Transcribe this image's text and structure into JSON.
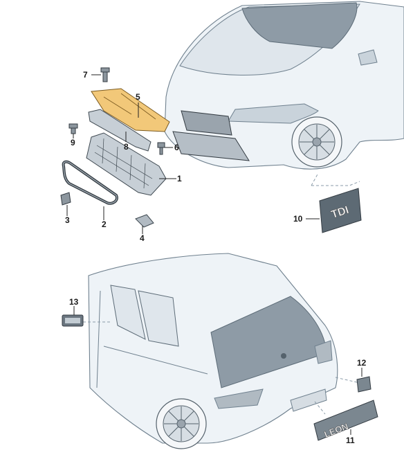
{
  "diagram": {
    "callouts": [
      {
        "id": "c1",
        "label": "1"
      },
      {
        "id": "c2",
        "label": "2"
      },
      {
        "id": "c3",
        "label": "3"
      },
      {
        "id": "c4",
        "label": "4"
      },
      {
        "id": "c5",
        "label": "5"
      },
      {
        "id": "c6",
        "label": "6"
      },
      {
        "id": "c7",
        "label": "7"
      },
      {
        "id": "c8",
        "label": "8"
      },
      {
        "id": "c9",
        "label": "9"
      },
      {
        "id": "c10",
        "label": "10"
      },
      {
        "id": "c11",
        "label": "11"
      },
      {
        "id": "c12",
        "label": "12"
      },
      {
        "id": "c13",
        "label": "13"
      }
    ],
    "badges": {
      "tdi": "TDI",
      "leon": "LEON"
    },
    "colors": {
      "highlight_part": "#f2c879",
      "car_body": "#eef3f7",
      "glass": "#8e9ba6",
      "line": "#222222"
    }
  }
}
